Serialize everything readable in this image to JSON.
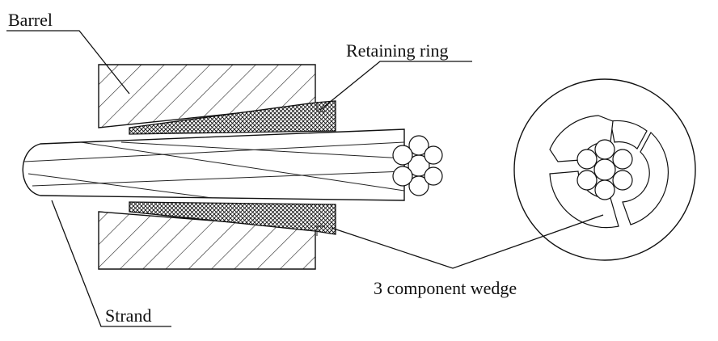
{
  "labels": {
    "barrel": "Barrel",
    "retaining_ring": "Retaining ring",
    "strand": "Strand",
    "wedge": "3 component wedge"
  },
  "colors": {
    "ink": "#111111",
    "background": "#ffffff"
  }
}
